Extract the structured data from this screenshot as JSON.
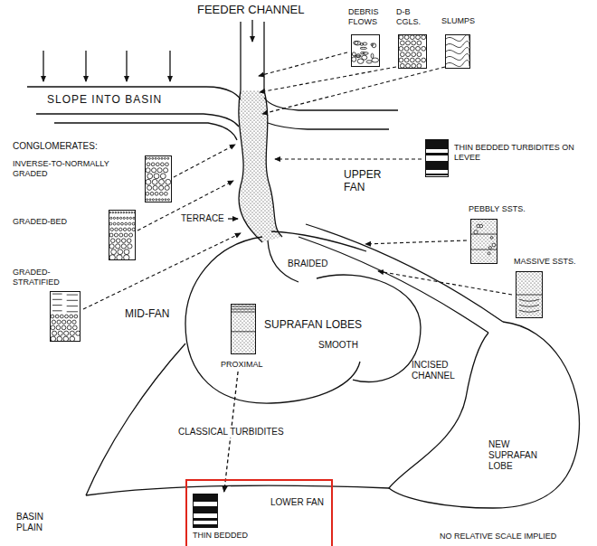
{
  "diagram": {
    "nodes": [
      {
        "text": [
          "DEBRIS FLOWS"
        ]
      },
      {
        "text": [
          "D-B CGLS."
        ]
      },
      {
        "text": [
          "SLUMPS"
        ]
      },
      {
        "text": [
          "THIN BEDDED TURBIDITES ON LEVEE"
        ]
      },
      {
        "text": [
          "INVERSE-TO-NORMALLY GRADED"
        ]
      },
      {
        "text": [
          "PEBBLY SSTS."
        ]
      },
      {
        "text": [
          "GRADED-BED"
        ]
      },
      {
        "text": [
          "MASSIVE SSTS."
        ]
      },
      {
        "text": [
          "GRADED-STRATIFIED"
        ]
      },
      {
        "text": [
          "PROXIMAL"
        ]
      },
      {
        "text": [
          "LOWER FAN"
        ]
      },
      {
        "text": [
          "THIN BEDDED"
        ],
        "in": 10
      }
    ],
    "edges": [
      {
        "from": 9,
        "to": 11,
        "arrow": "to",
        "label": "CLASSICAL TURBIDITES"
      }
    ],
    "labels": [
      "FEEDER CHANNEL",
      "SLOPE INTO BASIN",
      "CONGLOMERATES:",
      "UPPER FAN",
      "TERRACE",
      "BRAIDED",
      "MID-FAN",
      "SUPRAFAN LOBES",
      "SMOOTH",
      "INCISED CHANNEL",
      "NEW SUPRAFAN LOBE",
      "BASIN PLAIN",
      "NO RELATIVE SCALE IMPLIED"
    ]
  }
}
